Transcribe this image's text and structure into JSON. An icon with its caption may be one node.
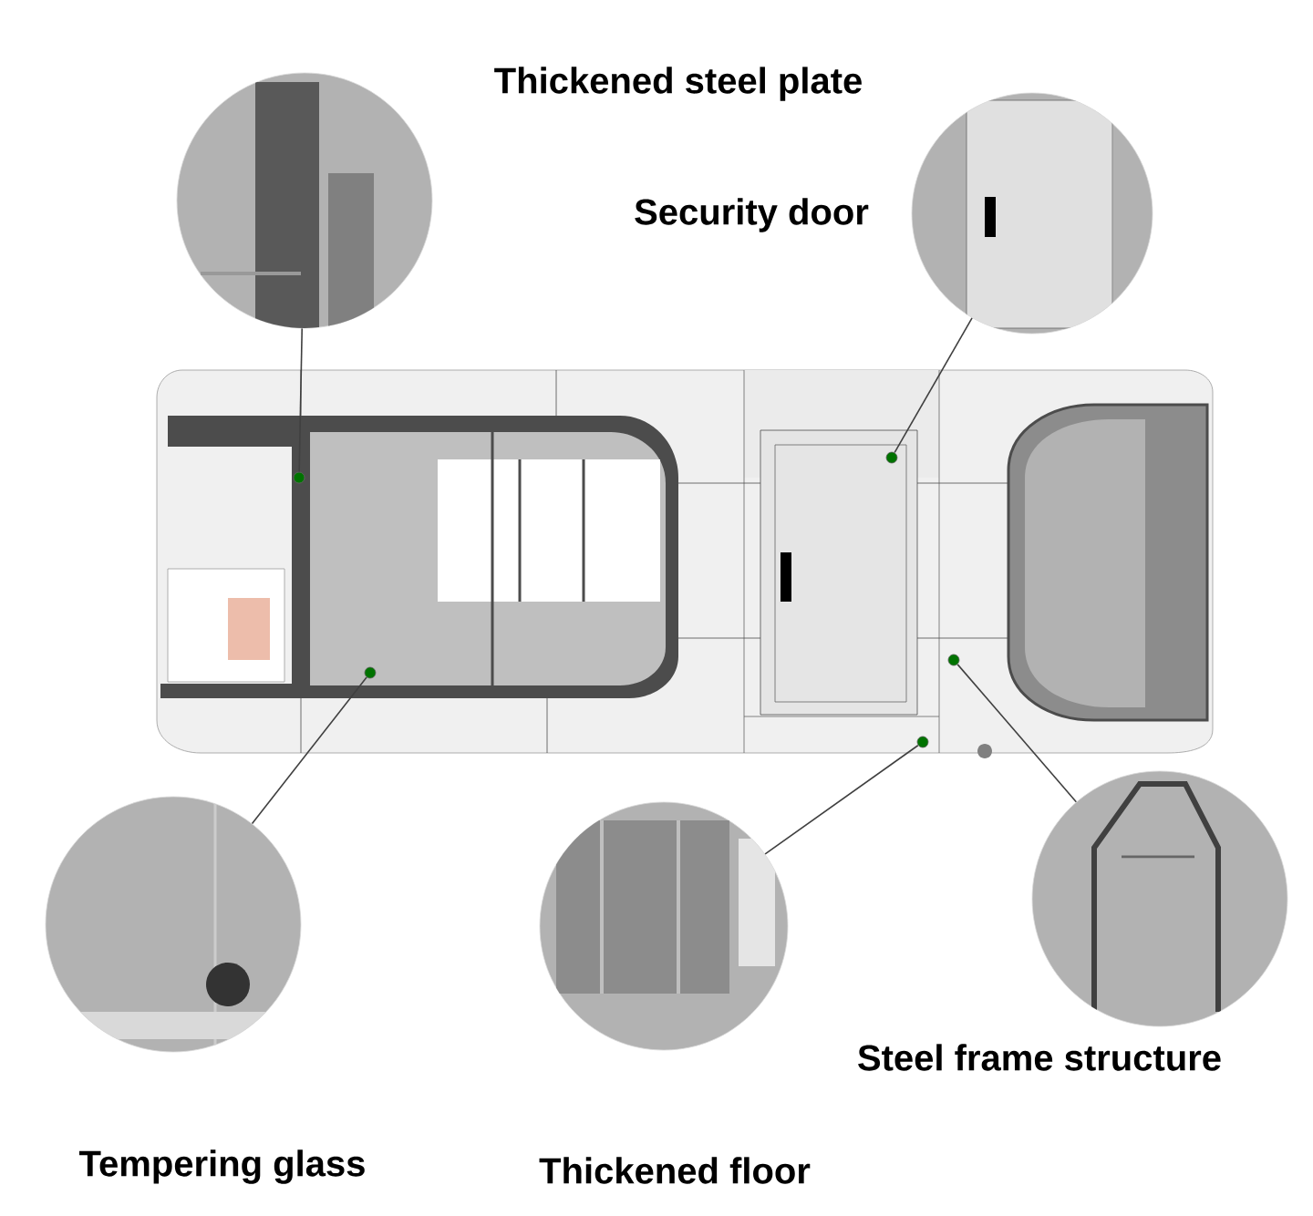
{
  "diagram": {
    "nodes": [
      {
        "text": [],
        "shape": "picture",
        "beside": [
          "Thickened steel plate"
        ]
      },
      {
        "text": [],
        "shape": "picture",
        "beside": [
          "Security door"
        ]
      },
      {
        "text": [],
        "shape": "picture",
        "beside": [
          "Tempering glass"
        ]
      },
      {
        "text": [],
        "shape": "picture",
        "beside": [
          "Thickened floor"
        ]
      },
      {
        "text": [],
        "shape": "picture",
        "beside": [
          "Steel frame structure"
        ]
      },
      {
        "text": [],
        "shape": "circle"
      },
      {
        "text": [],
        "shape": "circle"
      },
      {
        "text": [],
        "shape": "circle"
      },
      {
        "text": [],
        "shape": "circle"
      },
      {
        "text": [],
        "shape": "circle"
      }
    ],
    "edges": [
      {
        "from": 0,
        "to": 5,
        "arrow": "none"
      },
      {
        "from": 1,
        "to": 6,
        "arrow": "none"
      },
      {
        "from": 2,
        "to": 7,
        "arrow": "none"
      },
      {
        "from": 3,
        "to": 8,
        "arrow": "none"
      },
      {
        "from": 4,
        "to": 9,
        "arrow": "none"
      }
    ]
  }
}
